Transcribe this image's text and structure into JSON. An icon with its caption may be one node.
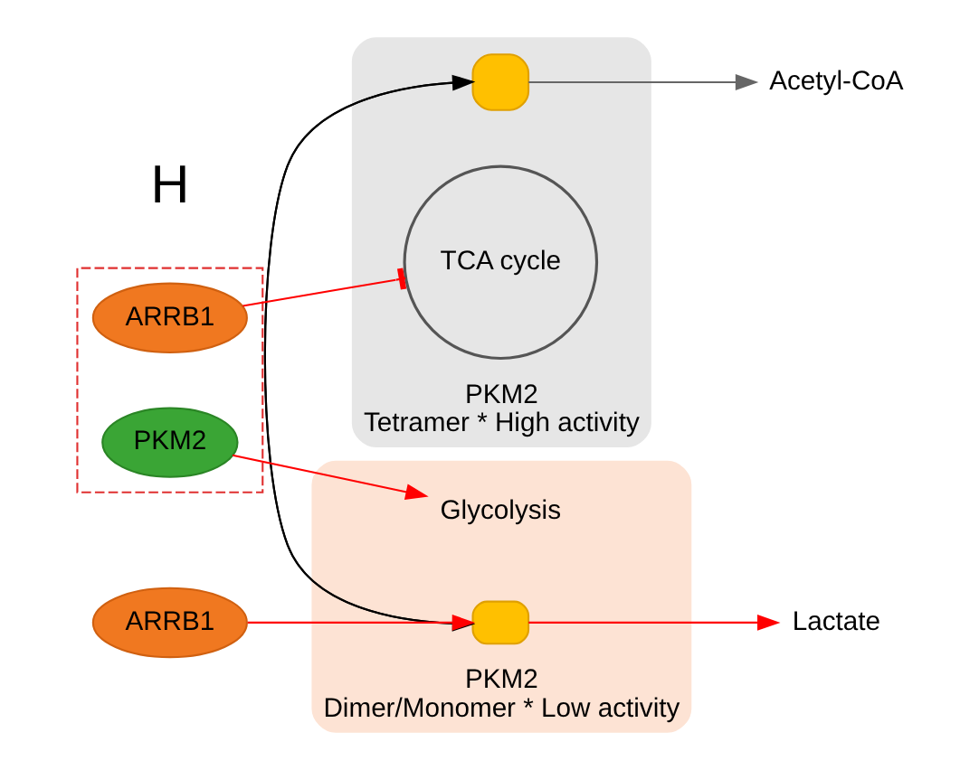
{
  "diagram": {
    "nodes": [
      {
        "text": [
          "PKM2",
          "Tetramer * High activity"
        ]
      },
      {
        "text": [],
        "shape": "box",
        "in": 0
      },
      {
        "text": [
          "PKM2",
          "Dimer/Monomer * Low activity"
        ]
      },
      {
        "text": [],
        "shape": "box",
        "in": 2
      },
      {
        "text": [
          "ARRB1"
        ]
      },
      {
        "text": [
          "Acetyl-CoA"
        ]
      },
      {
        "text": [
          "Lactate"
        ]
      },
      {
        "text": [],
        "shape": "box"
      },
      {
        "text": [
          "ARRB1"
        ],
        "in": 7
      },
      {
        "text": [
          "PKM2"
        ],
        "in": 7
      },
      {
        "text": [
          "TCA cycle"
        ],
        "in": 0
      },
      {
        "text": [
          "Glycolysis"
        ],
        "in": 2
      }
    ],
    "edges": [
      {
        "from": 1,
        "to": 3,
        "arrow": "to",
        "color": "#000000"
      },
      {
        "from": 3,
        "to": 1,
        "arrow": "to",
        "color": "#000000"
      },
      {
        "from": 4,
        "to": 3,
        "arrow": "to",
        "color": "#ff0000"
      },
      {
        "from": 1,
        "to": 5,
        "arrow": "to",
        "color": "#666666"
      },
      {
        "from": 3,
        "to": 6,
        "arrow": "to",
        "color": "#ff0000"
      },
      {
        "from": 8,
        "to": 10,
        "arrow": "other",
        "color": "#ff0000"
      },
      {
        "from": 9,
        "to": 11,
        "arrow": "to",
        "color": "#ff0000"
      }
    ],
    "labels": [
      "H"
    ]
  }
}
